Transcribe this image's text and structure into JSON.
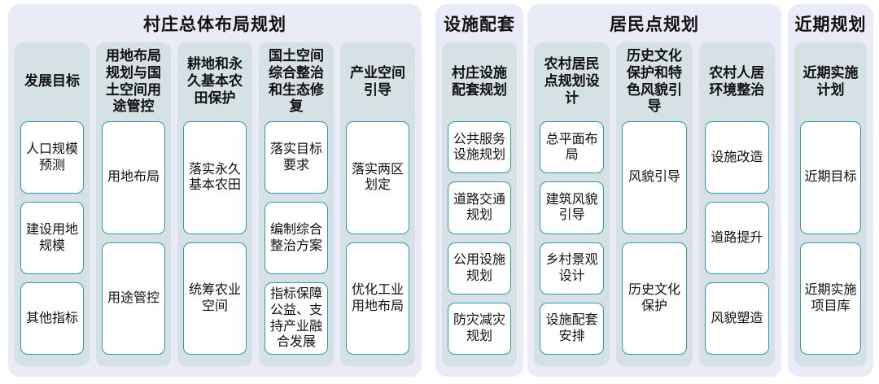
{
  "colors": {
    "page_background": "#ffffff",
    "group_background": "#e9ecf7",
    "column_background": "#d5e1e4",
    "item_border": "#2e9aab",
    "item_background": "#ffffff",
    "text": "#111111"
  },
  "groups": [
    {
      "title": "村庄总体布局规划",
      "columns": [
        {
          "header": "发展目标",
          "items": [
            "人口规模预测",
            "建设用地规模",
            "其他指标"
          ]
        },
        {
          "header": "用地布局规划与国土空间用途管控",
          "items": [
            "用地布局",
            "用途管控"
          ]
        },
        {
          "header": "耕地和永久基本农田保护",
          "items": [
            "落实永久基本农田",
            "统筹农业空间"
          ]
        },
        {
          "header": "国土空间综合整治和生态修复",
          "items": [
            "落实目标要求",
            "编制综合整治方案",
            "指标保障公益、支持产业融合发展"
          ]
        },
        {
          "header": "产业空间引导",
          "items": [
            "落实两区划定",
            "优化工业用地布局"
          ]
        }
      ]
    },
    {
      "title": "设施配套",
      "columns": [
        {
          "header": "村庄设施配套规划",
          "items": [
            "公共服务设施规划",
            "道路交通规划",
            "公用设施规划",
            "防灾减灾规划"
          ]
        }
      ]
    },
    {
      "title": "居民点规划",
      "columns": [
        {
          "header": "农村居民点规划设计",
          "items": [
            "总平面布局",
            "建筑风貌引导",
            "乡村景观设计",
            "设施配套安排"
          ]
        },
        {
          "header": "历史文化保护和特色风貌引导",
          "items": [
            "风貌引导",
            "历史文化保护"
          ]
        },
        {
          "header": "农村人居环境整治",
          "items": [
            "设施改造",
            "道路提升",
            "风貌塑造"
          ]
        }
      ]
    },
    {
      "title": "近期规划",
      "columns": [
        {
          "header": "近期实施计划",
          "items": [
            "近期目标",
            "近期实施项目库"
          ]
        }
      ]
    }
  ]
}
